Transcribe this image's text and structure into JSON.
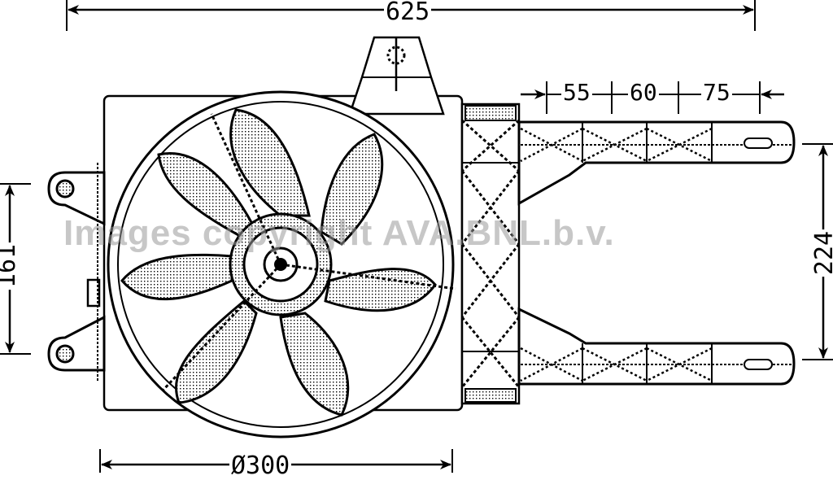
{
  "drawing": {
    "subject": "Radiator cooling fan assembly with shroud and mounting brackets",
    "colors": {
      "line": "#000000",
      "background": "#ffffff",
      "watermark": "#9a9a9a"
    }
  },
  "dimensions": {
    "overall_width": "625",
    "bracket_seg1": "55",
    "bracket_seg2": "60",
    "bracket_seg3": "75",
    "left_height": "161",
    "right_height": "224",
    "fan_diameter": "Ø300"
  },
  "watermark": {
    "text": "Images copyright AVA.BNL.b.v."
  }
}
